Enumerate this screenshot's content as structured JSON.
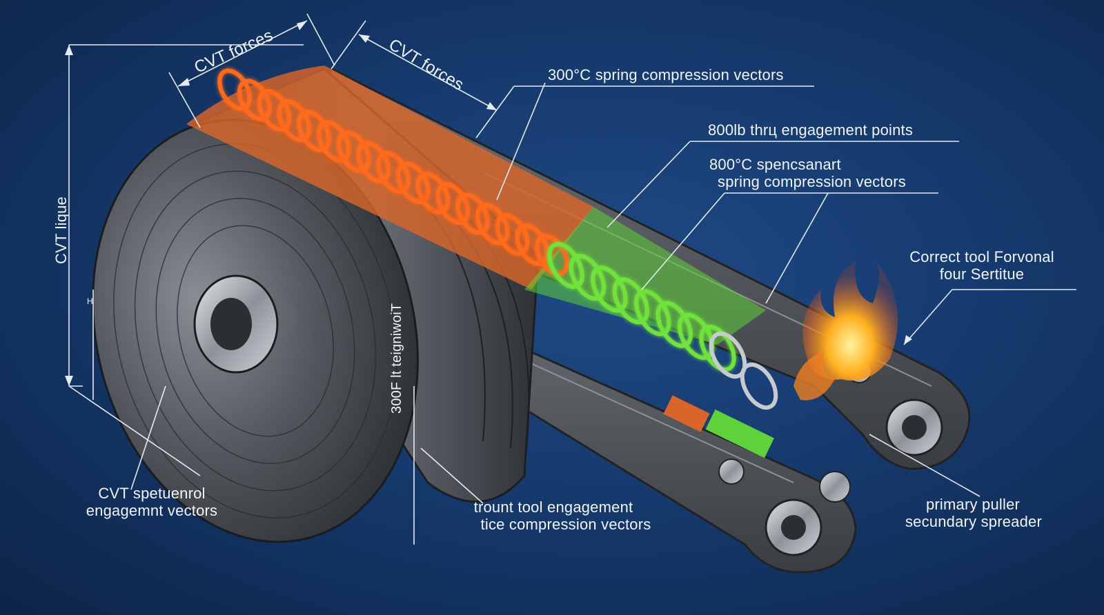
{
  "labels": {
    "cvt_forces_left": "CVT forces",
    "cvt_forces_right": "CVT forces",
    "spring_300c": "300°C spring compression vectors",
    "thrust_800lb": "800lb thrц engagement points",
    "spring_800c_line1": "800°C spencsanart",
    "spring_800c_line2": "spring compression vectors",
    "correct_tool_line1": "Correct tool Forvonal",
    "correct_tool_line2": "four Sertitue",
    "cvt_torque": "CVT lique",
    "small_mark": "H",
    "cvt_engagement_line1": "CVT spetuenrol",
    "cvt_engagement_line2": "engagemnt vectors",
    "vertical_text": "300F lt teigniwoiT",
    "tool_engagement_line1": "trount tool engagement",
    "tool_engagement_line2": "tice compression vectors",
    "puller_line1": "primary puller",
    "puller_line2": "secundary spreader"
  },
  "colors": {
    "background": "#163a6e",
    "hot_zone": "#d9652a",
    "cool_zone": "#5fd13a",
    "metal": "#4a4d53",
    "text": "#f2f5fa"
  },
  "icons": {
    "flame": "flame-icon",
    "spring": "coil-spring"
  }
}
